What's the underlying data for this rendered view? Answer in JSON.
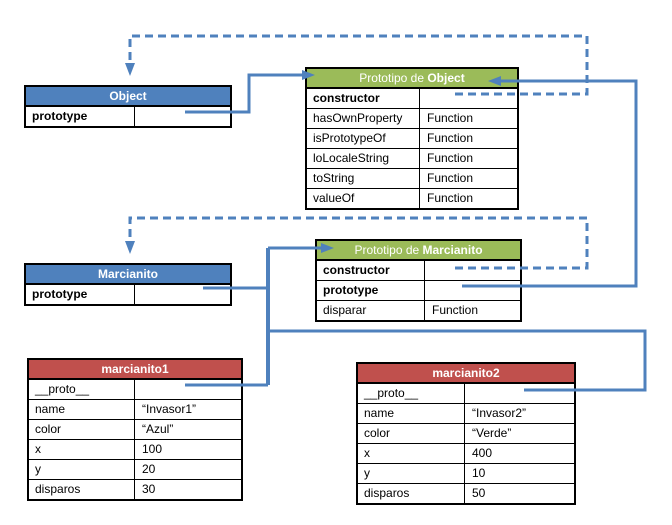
{
  "colors": {
    "blue_header": "#4f81bd",
    "green_header": "#9bbb59",
    "red_header": "#c0504d",
    "line": "#4f81bd",
    "border": "#000000"
  },
  "tables": {
    "object": {
      "title": "Object",
      "rows": [
        {
          "label": "prototype",
          "value": ""
        }
      ]
    },
    "proto_object": {
      "title_prefix": "Prototipo de ",
      "title_name": "Object",
      "rows": [
        {
          "label": "constructor",
          "value": ""
        },
        {
          "label": "hasOwnProperty",
          "value": "Function"
        },
        {
          "label": "isPrototypeOf",
          "value": "Function"
        },
        {
          "label": "loLocaleString",
          "value": "Function"
        },
        {
          "label": "toString",
          "value": "Function"
        },
        {
          "label": "valueOf",
          "value": "Function"
        }
      ]
    },
    "marcianito": {
      "title": "Marcianito",
      "rows": [
        {
          "label": "prototype",
          "value": ""
        }
      ]
    },
    "proto_marcianito": {
      "title_prefix": "Prototipo de ",
      "title_name": "Marcianito",
      "rows": [
        {
          "label": "constructor",
          "value": ""
        },
        {
          "label": "prototype",
          "value": ""
        },
        {
          "label": "disparar",
          "value": "Function"
        }
      ]
    },
    "marcianito1": {
      "title": "marcianito1",
      "rows": [
        {
          "label": "__proto__",
          "value": ""
        },
        {
          "label": "name",
          "value": "“Invasor1”"
        },
        {
          "label": "color",
          "value": "“Azul”"
        },
        {
          "label": "x",
          "value": "100"
        },
        {
          "label": "y",
          "value": "20"
        },
        {
          "label": "disparos",
          "value": "30"
        }
      ]
    },
    "marcianito2": {
      "title": "marcianito2",
      "rows": [
        {
          "label": "__proto__",
          "value": ""
        },
        {
          "label": "name",
          "value": "“Invasor2”"
        },
        {
          "label": "color",
          "value": "“Verde”"
        },
        {
          "label": "x",
          "value": "400"
        },
        {
          "label": "y",
          "value": "10"
        },
        {
          "label": "disparos",
          "value": "50"
        }
      ]
    }
  }
}
